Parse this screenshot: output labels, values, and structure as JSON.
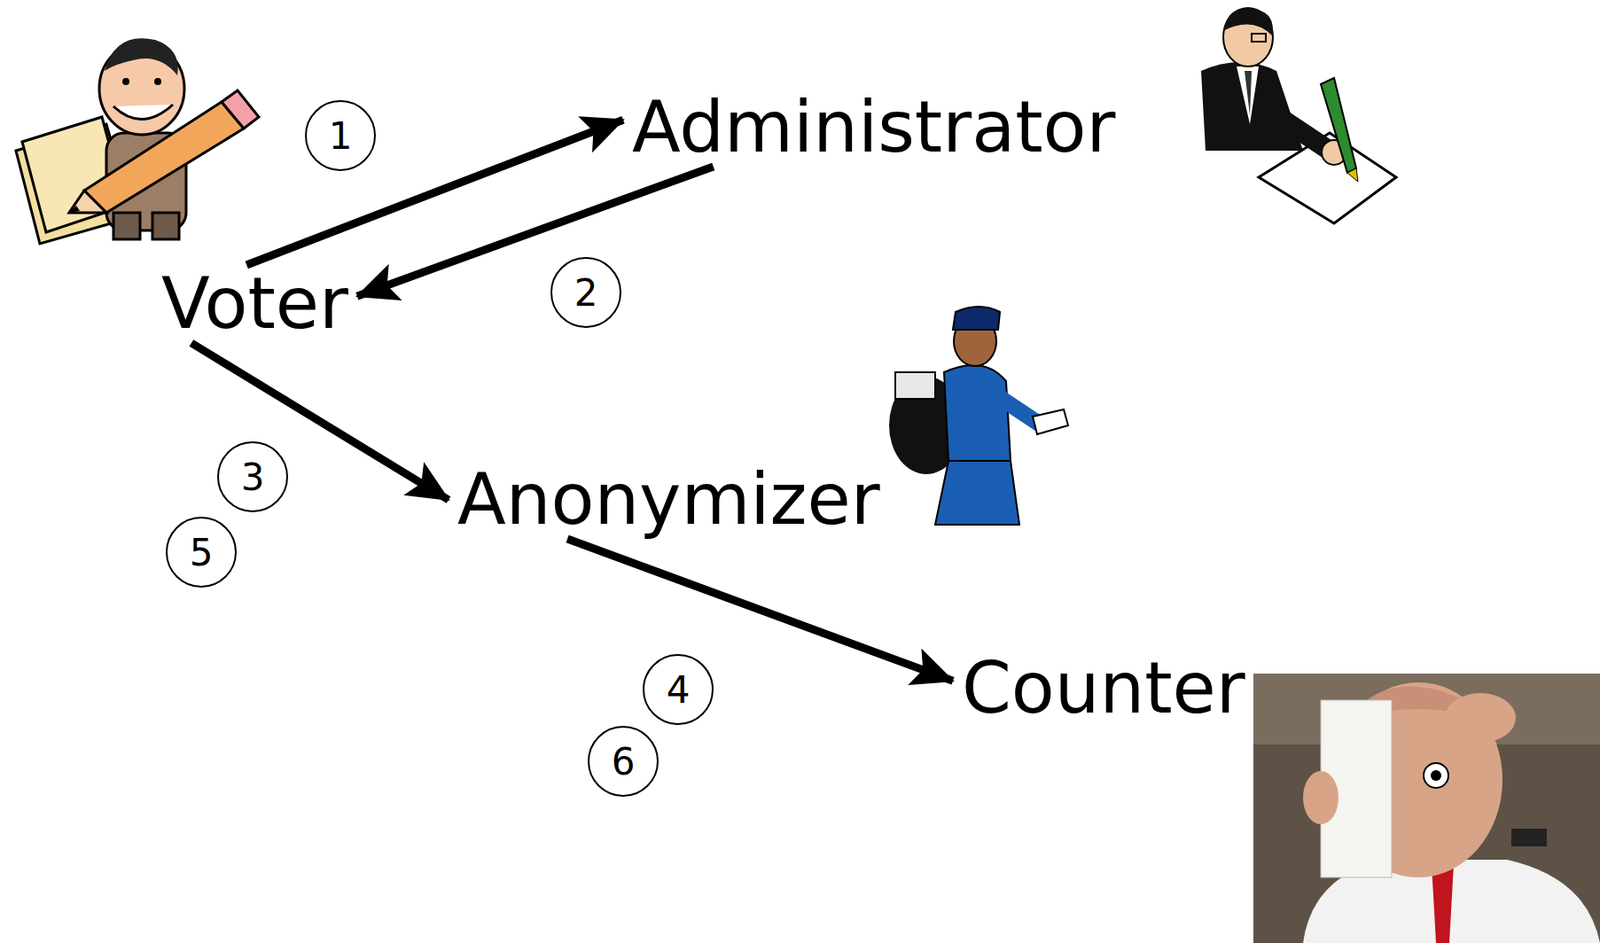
{
  "diagram": {
    "nodes": [
      {
        "text": [
          "Voter"
        ]
      },
      {
        "text": [
          "Administrator"
        ]
      },
      {
        "text": [
          "Anonymizer"
        ]
      },
      {
        "text": [
          "Counter"
        ]
      }
    ],
    "edges": [
      {
        "from": 0,
        "to": 1,
        "arrow": "to"
      },
      {
        "from": 1,
        "to": 0,
        "arrow": "to"
      },
      {
        "from": 0,
        "to": 2,
        "arrow": "to"
      },
      {
        "from": 2,
        "to": 3,
        "arrow": "to"
      }
    ],
    "labels": [
      "1",
      "2",
      "3",
      "5",
      "4",
      "6"
    ]
  }
}
